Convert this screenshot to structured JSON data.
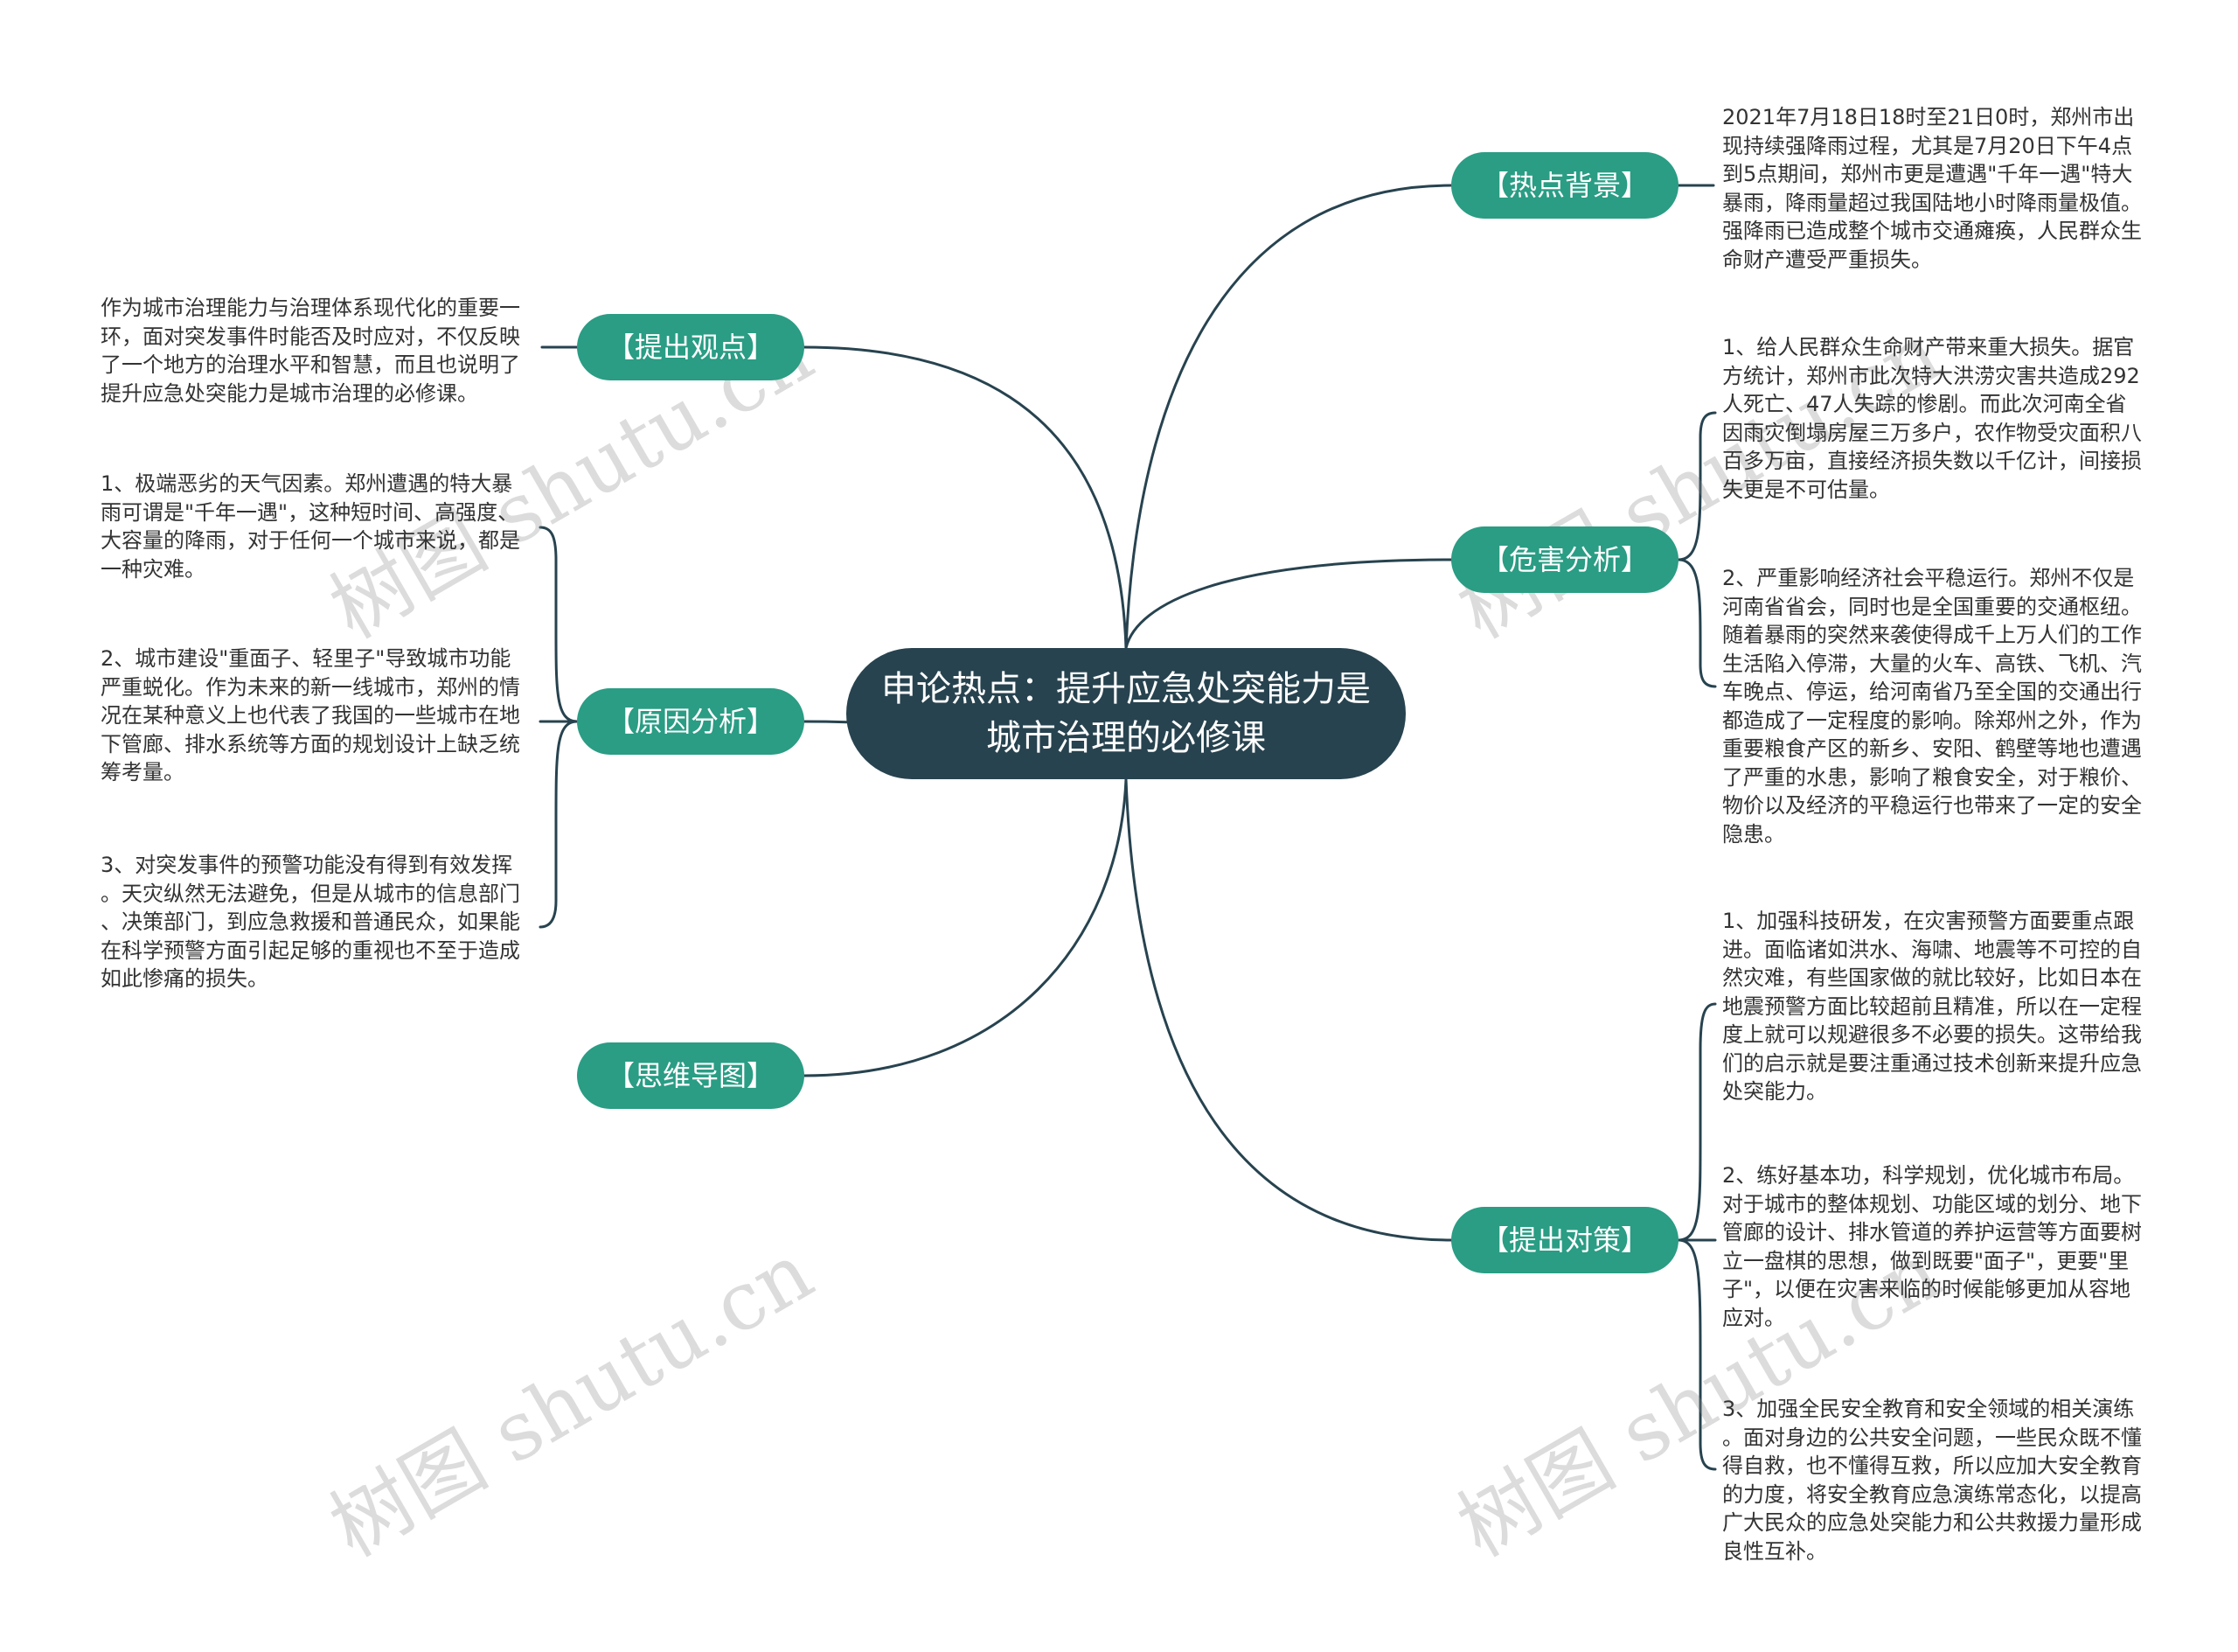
{
  "center": {
    "title": "申论热点：提升应急处突能力是城市治理的必修课"
  },
  "watermark": "树图 shutu.cn",
  "colors": {
    "center": "#27434f",
    "branch": "#2a9d84",
    "line": "#27434f"
  },
  "branches": {
    "background": {
      "label": "【热点背景】",
      "text": "2021年7月18日18时至21日0时，郑州市出\n现持续强降雨过程，尤其是7月20日下午4点\n到5点期间，郑州市更是遭遇\"千年一遇\"特大\n暴雨，降雨量超过我国陆地小时降雨量极值。\n强降雨已造成整个城市交通瘫痪，人民群众生\n命财产遭受严重损失。"
    },
    "viewpoint": {
      "label": "【提出观点】",
      "text": "作为城市治理能力与治理体系现代化的重要一\n环，面对突发事件时能否及时应对，不仅反映\n了一个地方的治理水平和智慧，而且也说明了\n提升应急处突能力是城市治理的必修课。"
    },
    "harm": {
      "label": "【危害分析】",
      "items": [
        "1、给人民群众生命财产带来重大损失。据官\n方统计，郑州市此次特大洪涝灾害共造成292\n人死亡、47人失踪的惨剧。而此次河南全省\n因雨灾倒塌房屋三万多户，农作物受灾面积八\n百多万亩，直接经济损失数以千亿计，间接损\n失更是不可估量。",
        "2、严重影响经济社会平稳运行。郑州不仅是\n河南省省会，同时也是全国重要的交通枢纽。\n随着暴雨的突然来袭使得成千上万人们的工作\n生活陷入停滞，大量的火车、高铁、飞机、汽\n车晚点、停运，给河南省乃至全国的交通出行\n都造成了一定程度的影响。除郑州之外，作为\n重要粮食产区的新乡、安阳、鹤壁等地也遭遇\n了严重的水患，影响了粮食安全，对于粮价、\n物价以及经济的平稳运行也带来了一定的安全\n隐患。"
      ]
    },
    "cause": {
      "label": "【原因分析】",
      "items": [
        "1、极端恶劣的天气因素。郑州遭遇的特大暴\n雨可谓是\"千年一遇\"，这种短时间、高强度、\n大容量的降雨，对于任何一个城市来说，都是\n一种灾难。",
        "2、城市建设\"重面子、轻里子\"导致城市功能\n严重蜕化。作为未来的新一线城市，郑州的情\n况在某种意义上也代表了我国的一些城市在地\n下管廊、排水系统等方面的规划设计上缺乏统\n筹考量。",
        "3、对突发事件的预警功能没有得到有效发挥\n。天灾纵然无法避免，但是从城市的信息部门\n、决策部门，到应急救援和普通民众，如果能\n在科学预警方面引起足够的重视也不至于造成\n如此惨痛的损失。"
      ]
    },
    "mindmap": {
      "label": "【思维导图】"
    },
    "measures": {
      "label": "【提出对策】",
      "items": [
        "1、加强科技研发，在灾害预警方面要重点跟\n进。面临诸如洪水、海啸、地震等不可控的自\n然灾难，有些国家做的就比较好，比如日本在\n地震预警方面比较超前且精准，所以在一定程\n度上就可以规避很多不必要的损失。这带给我\n们的启示就是要注重通过技术创新来提升应急\n处突能力。",
        "2、练好基本功，科学规划，优化城市布局。\n对于城市的整体规划、功能区域的划分、地下\n管廊的设计、排水管道的养护运营等方面要树\n立一盘棋的思想，做到既要\"面子\"，更要\"里\n子\"，以便在灾害来临的时候能够更加从容地\n应对。",
        "3、加强全民安全教育和安全领域的相关演练\n。面对身边的公共安全问题，一些民众既不懂\n得自救，也不懂得互救，所以应加大安全教育\n的力度，将安全教育应急演练常态化，以提高\n广大民众的应急处突能力和公共救援力量形成\n良性互补。"
      ]
    }
  }
}
